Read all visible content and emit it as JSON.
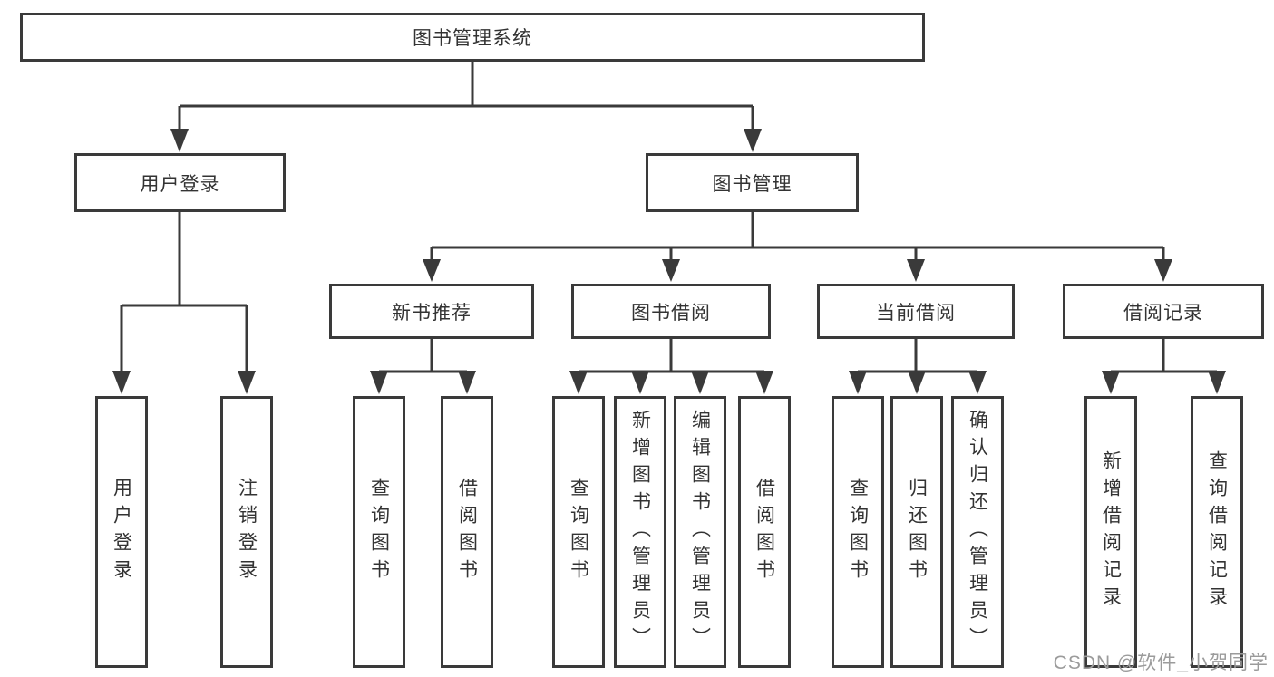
{
  "colors": {
    "line-color": "#3a3a3a",
    "box-border": "#3a3a3a",
    "box-fill": "#ffffff",
    "text-color": "#333333",
    "watermark-color": "#9b9b9b",
    "background": "#ffffff"
  },
  "watermark": {
    "text": "CSDN @软件_小贺同学"
  },
  "nodes": {
    "root": {
      "label": "图书管理系统"
    },
    "level2": [
      {
        "label": "用户登录"
      },
      {
        "label": "图书管理"
      }
    ],
    "level3": [
      {
        "label": "新书推荐"
      },
      {
        "label": "图书借阅"
      },
      {
        "label": "当前借阅"
      },
      {
        "label": "借阅记录"
      }
    ],
    "leaves": [
      {
        "label": "用户登录"
      },
      {
        "label": "注销登录"
      },
      {
        "label": "查询图书"
      },
      {
        "label": "借阅图书"
      },
      {
        "label": "查询图书"
      },
      {
        "label": "新增图书（管理员）"
      },
      {
        "label": "编辑图书（管理员）"
      },
      {
        "label": "借阅图书"
      },
      {
        "label": "查询图书"
      },
      {
        "label": "归还图书"
      },
      {
        "label": "确认归还（管理员）"
      },
      {
        "label": "新增借阅记录"
      },
      {
        "label": "查询借阅记录"
      }
    ]
  }
}
